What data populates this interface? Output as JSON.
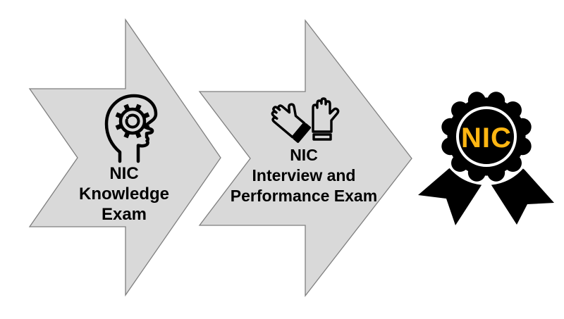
{
  "diagram": {
    "steps": [
      {
        "id": "nic-knowledge-exam",
        "icon": "head-gear-icon",
        "lines": [
          "NIC",
          "Knowledge",
          "Exam"
        ]
      },
      {
        "id": "nic-interview-performance-exam",
        "icon": "gloves-hands-icon",
        "lines": [
          "NIC",
          "Interview and",
          "Performance Exam"
        ]
      }
    ],
    "badge": {
      "icon": "award-ribbon-icon",
      "label": "NIC"
    },
    "colors": {
      "background": "#FFFFFF",
      "arrow_fill": "#D9D9D9",
      "arrow_outline": "#7F7F7F",
      "text": "#000000",
      "icon": "#000000",
      "badge": "#000000",
      "badge_label": "#FFB612"
    }
  }
}
